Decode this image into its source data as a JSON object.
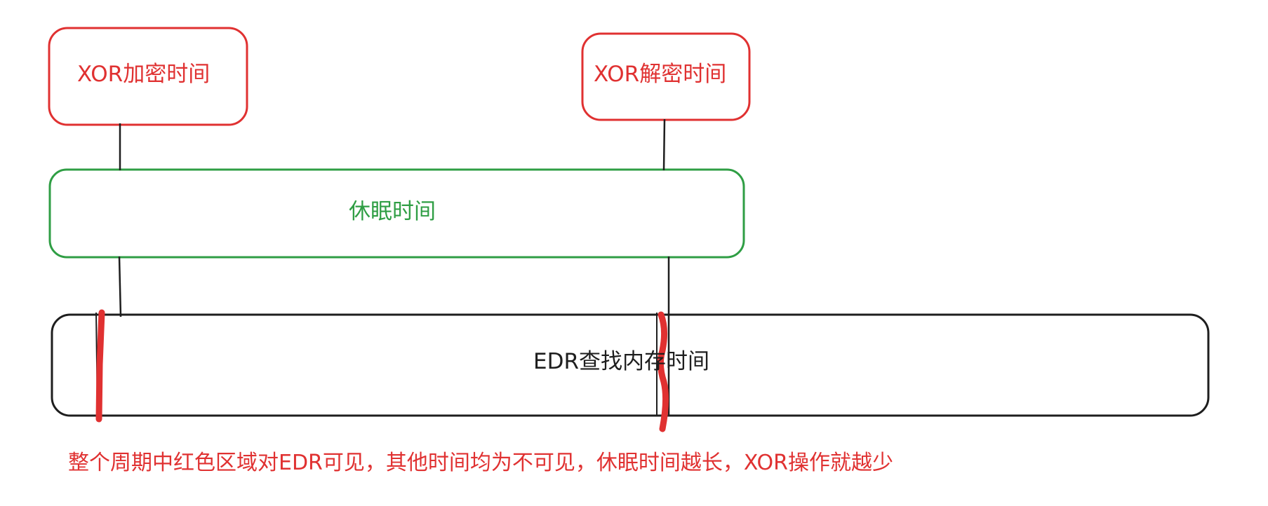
{
  "nodes": {
    "xor_encrypt": {
      "label": "XOR加密时间"
    },
    "xor_decrypt": {
      "label": "XOR解密时间"
    },
    "sleep": {
      "label": "休眠时间"
    },
    "edr_scan": {
      "label": "EDR查找内存时间"
    }
  },
  "caption": "整个周期中红色区域对EDR可见，其他时间均为不可见，休眠时间越长，XOR操作就越少",
  "colors": {
    "red": "#e03131",
    "green": "#2f9e44",
    "black": "#1e1e1e"
  }
}
